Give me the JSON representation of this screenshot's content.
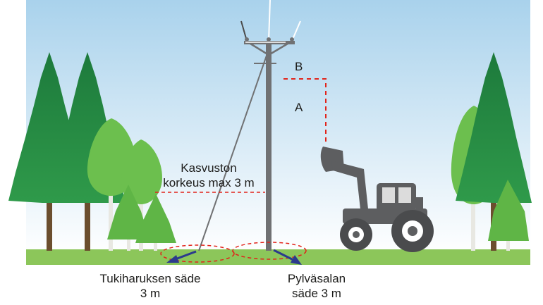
{
  "labels": {
    "marker_b": "B",
    "marker_a": "A",
    "vegetation_line1": "Kasvuston",
    "vegetation_line2": "korkeus max 3 m",
    "guy_radius_line1": "Tukiharuksen säde",
    "guy_radius_line2": "3 m",
    "pole_radius_line1": "Pylväsalan",
    "pole_radius_line2": "säde 3 m"
  },
  "colors": {
    "sky_top": "#a9d2ec",
    "ground": "#8cc65a",
    "pole": "#707173",
    "dashed": "#e2231a",
    "arrow": "#2c3a8c",
    "tractor": "#5d5e60",
    "spruce_dark": "#1d7a3c",
    "spruce_light": "#2f9a4a",
    "birch_leaf": "#6cbf4e",
    "trunk": "#6b4e2e",
    "birch_trunk": "#e8e8e2"
  },
  "icons": {
    "pole": "power-pole-icon",
    "tractor": "tractor-icon",
    "spruce": "spruce-tree-icon",
    "birch": "birch-tree-icon"
  }
}
